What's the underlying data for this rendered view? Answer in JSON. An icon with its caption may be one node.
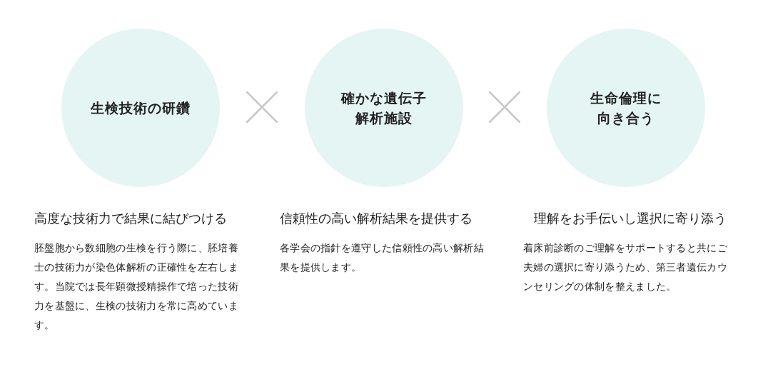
{
  "diagram": {
    "nodes": [
      {
        "text": [
          "生検技術の研鑽"
        ]
      },
      {
        "text": [
          "確かな遺伝子解析施設"
        ]
      },
      {
        "text": [
          "生命倫理に向き合う"
        ]
      }
    ],
    "labels": [
      "高度な技術力で結果に結びつける",
      "胚盤胞から数細胞の生検を行う際に、胚培養士の技術力が染色体解析の正確性を左右します。当院では長年顕微授精操作で培った技術力を基盤に、生検の技術力を常に高めています。",
      "信頼性の高い解析結果を提供する",
      "各学会の指針を遵守した信頼性の高い解析結果を提供します。",
      "理解をお手伝いし選択に寄り添う",
      "着床前診断のご理解をサポートすると共にご夫婦の選択に寄り添うため、第三者遺伝カウンセリングの体制を整えました。"
    ]
  }
}
